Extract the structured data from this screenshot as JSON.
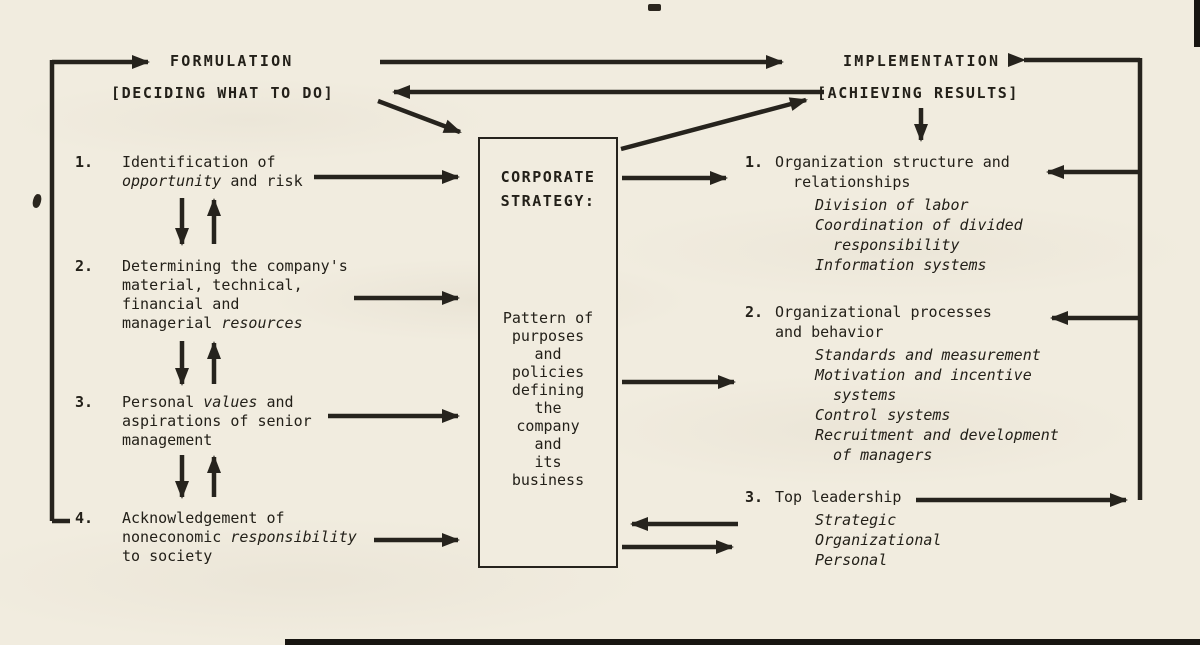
{
  "colors": {
    "paper": "#f1ecdf",
    "ink": "#232019"
  },
  "formulation": {
    "title": "FORMULATION",
    "subtitle": "[DECIDING WHAT TO DO]"
  },
  "implementation": {
    "title": "IMPLEMENTATION",
    "subtitle": "[ACHIEVING RESULTS]"
  },
  "corporate_strategy": {
    "title_lines": [
      "CORPORATE",
      "STRATEGY:"
    ],
    "description_lines": [
      "Pattern of",
      "purposes",
      "and",
      "policies",
      "defining",
      "the",
      "company",
      "and",
      "its",
      "business"
    ]
  },
  "formulation_items": [
    {
      "number": "1.",
      "lines": [
        [
          {
            "text": "Identification of"
          }
        ],
        [
          {
            "text": "opportunity",
            "italic": true
          },
          {
            "text": " and risk"
          }
        ]
      ]
    },
    {
      "number": "2.",
      "lines": [
        [
          {
            "text": "Determining the company's"
          }
        ],
        [
          {
            "text": "material, technical,"
          }
        ],
        [
          {
            "text": "financial and"
          }
        ],
        [
          {
            "text": "managerial "
          },
          {
            "text": "resources",
            "italic": true
          }
        ]
      ]
    },
    {
      "number": "3.",
      "lines": [
        [
          {
            "text": "Personal "
          },
          {
            "text": "values",
            "italic": true
          },
          {
            "text": " and"
          }
        ],
        [
          {
            "text": "aspirations of senior"
          }
        ],
        [
          {
            "text": "management"
          }
        ]
      ]
    },
    {
      "number": "4.",
      "lines": [
        [
          {
            "text": "Acknowledgement of"
          }
        ],
        [
          {
            "text": "noneconomic "
          },
          {
            "text": "responsibility",
            "italic": true
          }
        ],
        [
          {
            "text": "to society"
          }
        ]
      ]
    }
  ],
  "implementation_items": [
    {
      "number": "1.",
      "title_lines": [
        "Organization structure and",
        "  relationships"
      ],
      "sub_lines": [
        "Division of labor",
        "Coordination of divided",
        "  responsibility",
        "Information systems"
      ]
    },
    {
      "number": "2.",
      "title_lines": [
        "Organizational processes",
        "and behavior"
      ],
      "sub_lines": [
        "Standards and measurement",
        "Motivation and incentive",
        "  systems",
        "Control systems",
        "Recruitment and development",
        "  of managers"
      ]
    },
    {
      "number": "3.",
      "title_lines": [
        "Top leadership"
      ],
      "sub_lines": [
        "Strategic",
        "Organizational",
        "Personal"
      ]
    }
  ]
}
